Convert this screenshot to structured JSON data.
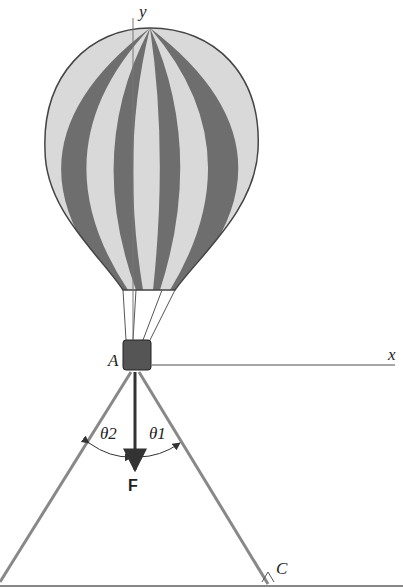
{
  "diagram": {
    "labels": [
      "y",
      "A",
      "x",
      "θ2",
      "θ1",
      "F",
      "C"
    ]
  }
}
